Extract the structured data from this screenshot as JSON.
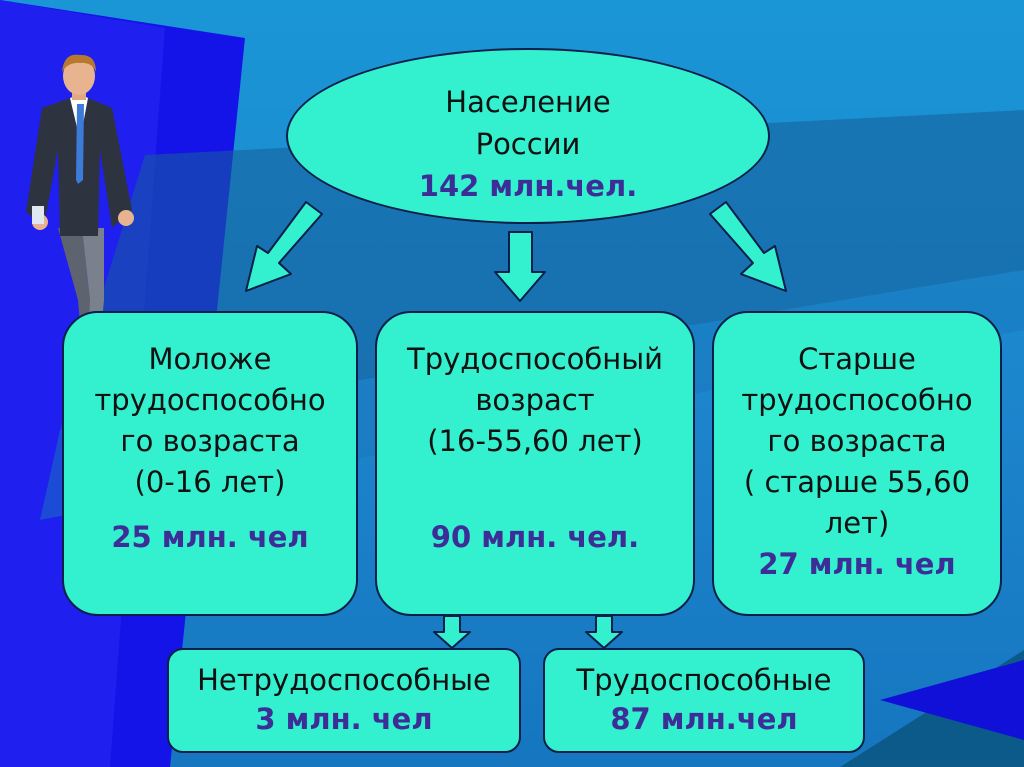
{
  "diagram": {
    "root": {
      "title": "Население\nРоссии",
      "value": "142 млн.чел."
    },
    "groups": [
      {
        "title": "Моложе\nтрудоспособно\nго возраста\n(0-16 лет)",
        "value": "25 млн. чел"
      },
      {
        "title": "Трудоспособный\nвозраст\n(16-55,60 лет)",
        "value": "90 млн. чел."
      },
      {
        "title": "Старше\nтрудоспособно\nго возраста\n( старше 55,60\nлет)",
        "value": "27 млн. чел"
      }
    ],
    "sub": [
      {
        "title": "Нетрудоспособные",
        "value": "3 млн. чел"
      },
      {
        "title": "Трудоспособные",
        "value": "87  млн.чел"
      }
    ]
  },
  "colors": {
    "box_fill": "#33f0cf",
    "value_text": "#3d2e97",
    "background": "#1a8fd2",
    "dark_accent": "#0c5a8a"
  },
  "icons": {
    "figure": "businessman-figure-icon"
  }
}
